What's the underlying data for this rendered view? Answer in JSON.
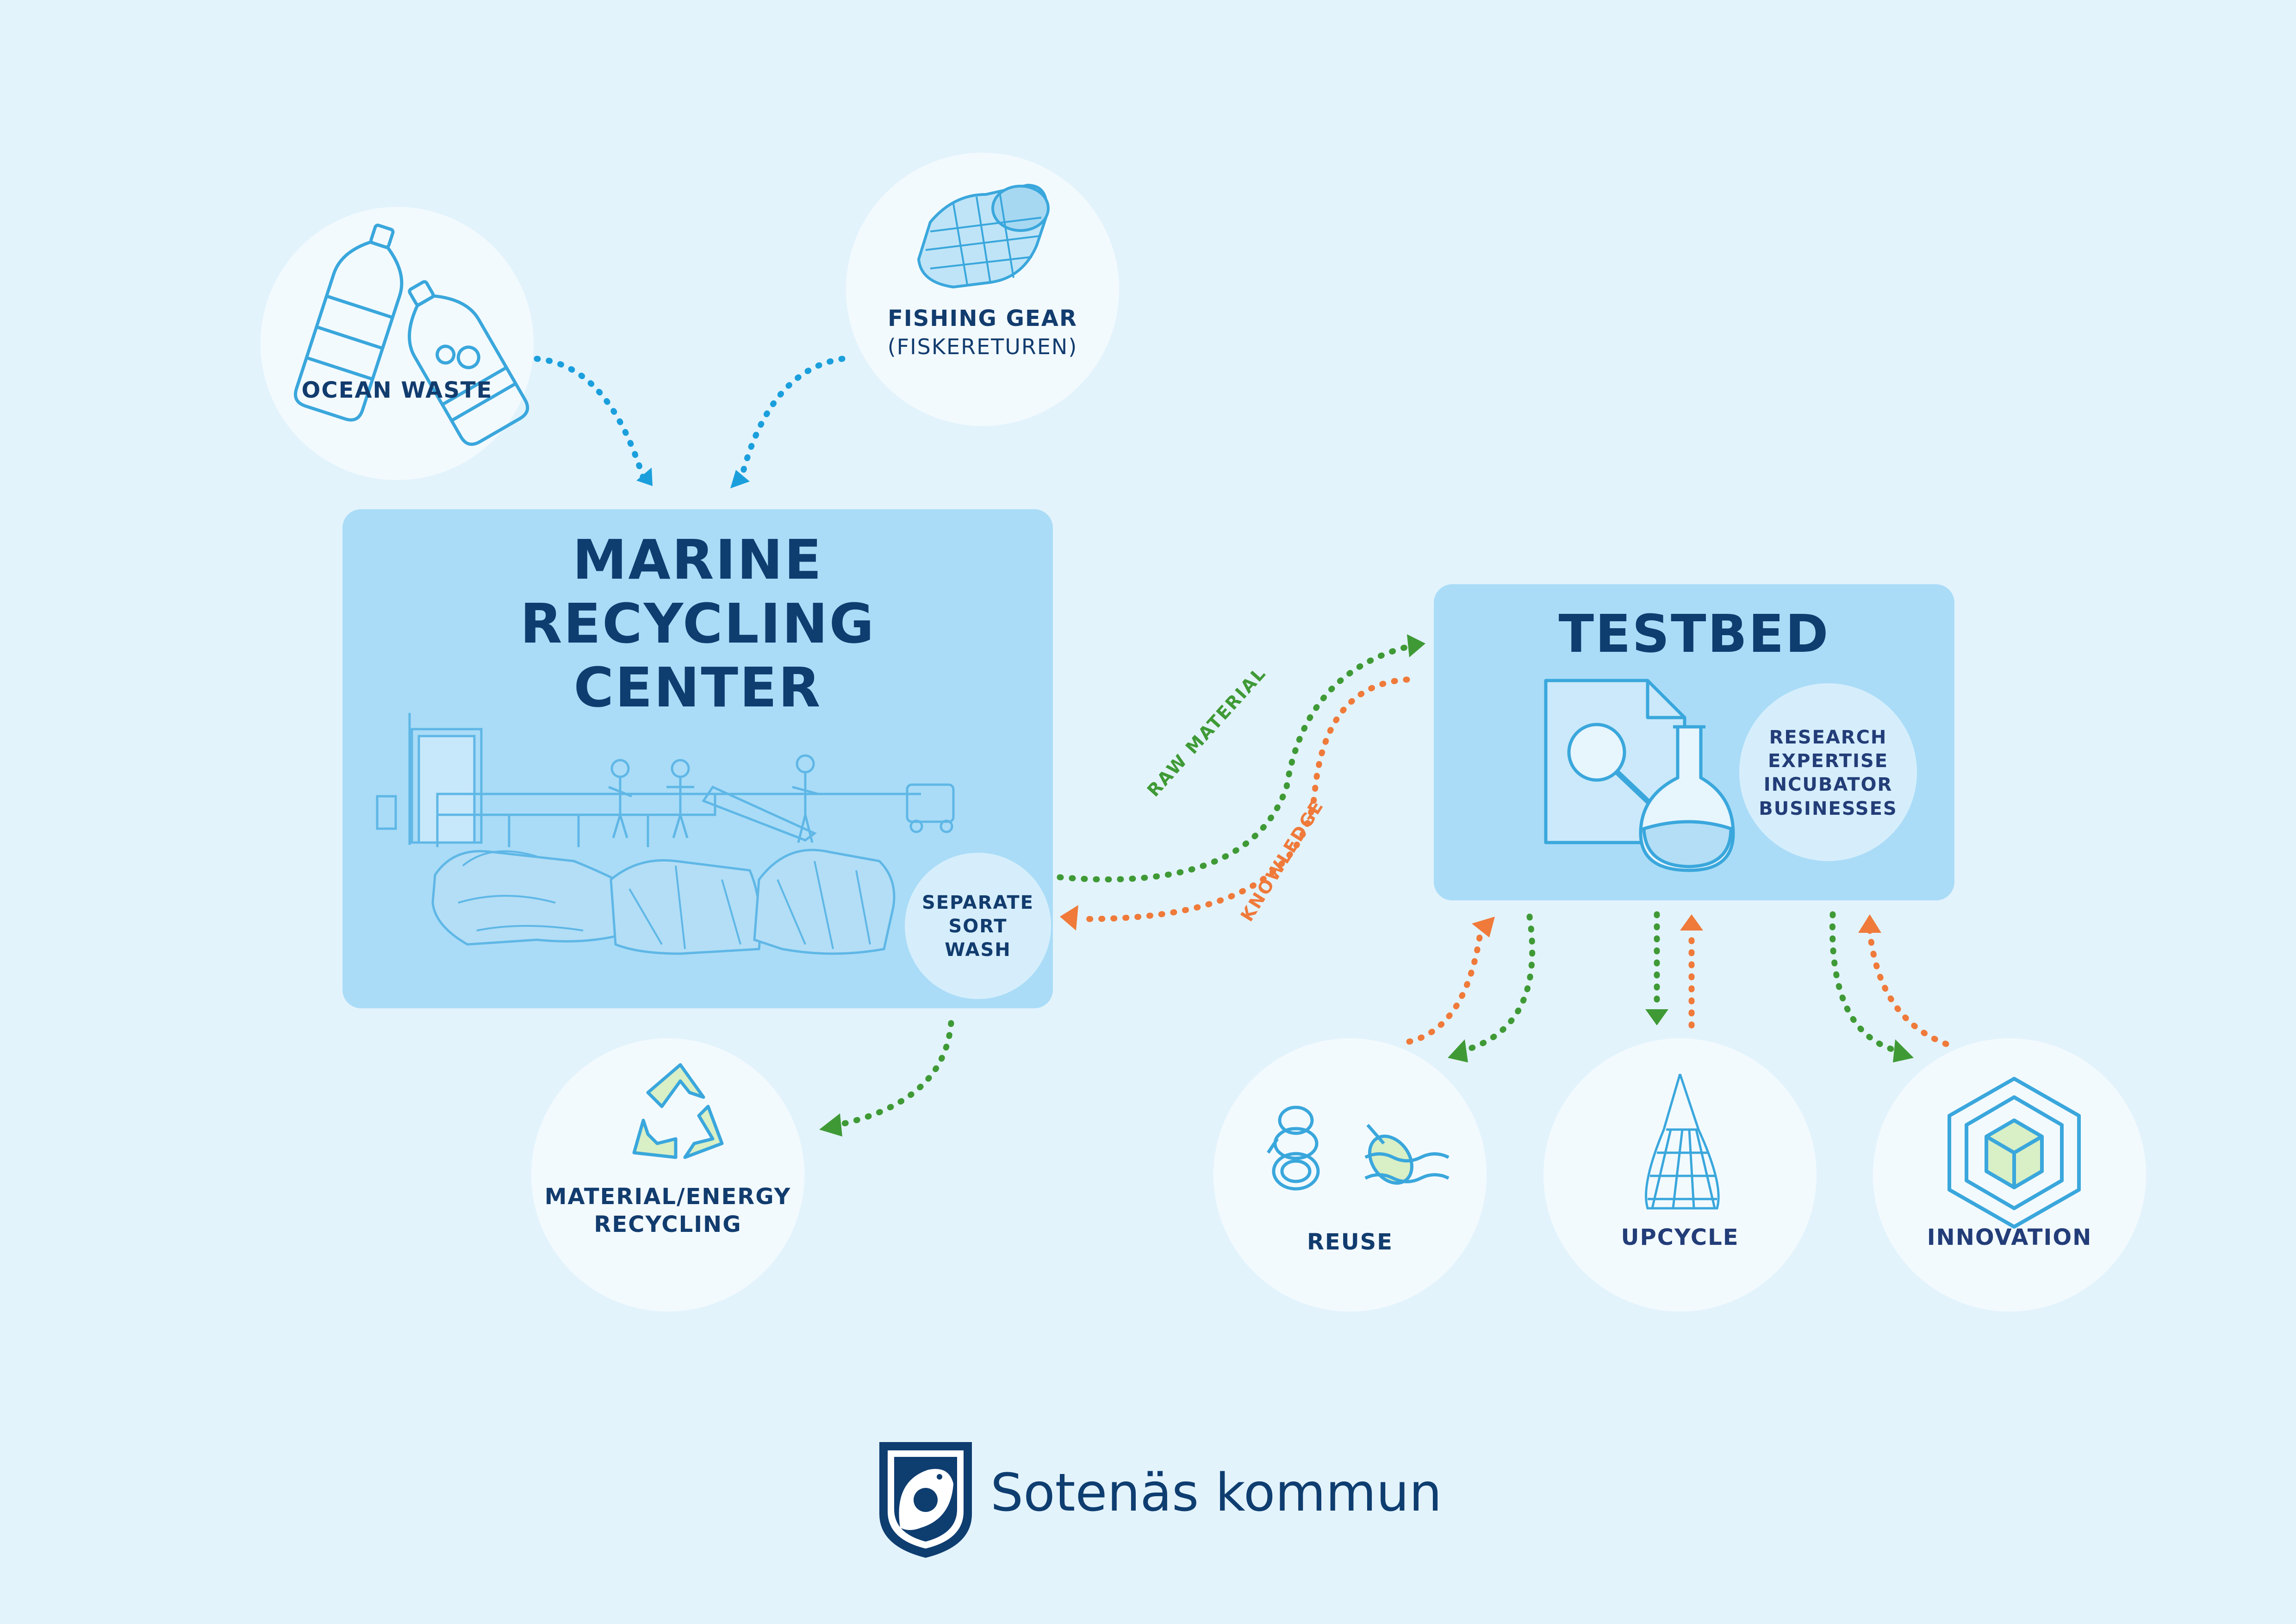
{
  "sources": {
    "ocean_waste": "OCEAN WASTE",
    "fishing_gear": "FISHING GEAR",
    "fishing_gear_sub": "(FISKERETUREN)"
  },
  "recycling_center": {
    "title_lines": [
      "MARINE",
      "RECYCLING",
      "CENTER"
    ],
    "process_lines": [
      "SEPARATE",
      "SORT",
      "WASH"
    ]
  },
  "testbed": {
    "title": "TESTBED",
    "services": [
      "RESEARCH",
      "EXPERTISE",
      "INCUBATOR",
      "BUSINESSES"
    ]
  },
  "flows": {
    "raw_material": "RAW MATERIAL",
    "knowledge": "KNOWLEDGE"
  },
  "outputs": {
    "material_energy_lines": [
      "MATERIAL/ENERGY",
      "RECYCLING"
    ],
    "reuse": "REUSE",
    "upcycle": "UPCYCLE",
    "innovation": "INNOVATION"
  },
  "colors": {
    "background": "#e3f3fc",
    "box": "#aadcf7",
    "title_navy": "#0e3d70",
    "icon_blue": "#3aa7dc",
    "arrow_blue": "#1b9fdc",
    "arrow_green": "#3f9a36",
    "arrow_orange": "#ef7a3a"
  },
  "footer": {
    "organization": "Sotenäs kommun"
  }
}
